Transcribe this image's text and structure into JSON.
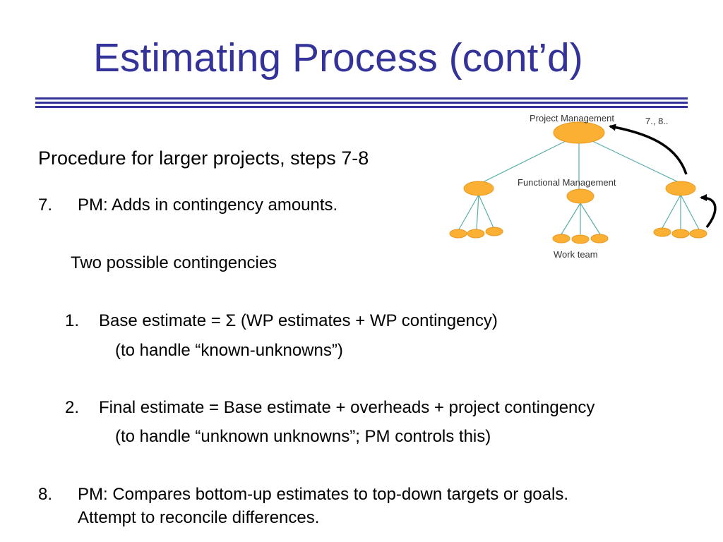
{
  "slide": {
    "title": "Estimating Process (cont’d)",
    "subtitle": "Procedure for larger projects, steps 7-8",
    "step7": {
      "num": "7.",
      "text": "PM: Adds in contingency amounts."
    },
    "contingency_intro": "Two possible contingencies",
    "item1": {
      "num": "1.",
      "text": "Base estimate = Σ (WP estimates + WP contingency)",
      "note": "(to handle “known-unknowns”)"
    },
    "item2": {
      "num": "2.",
      "text": "Final estimate = Base estimate + overheads + project contingency",
      "note": "(to handle “unknown unknowns”; PM controls this)"
    },
    "step8": {
      "num": "8.",
      "line1": "PM: Compares bottom-up estimates to top-down targets or goals.",
      "line2": "Attempt to reconcile differences."
    }
  },
  "diagram": {
    "top_label": "Project Management",
    "step_label": "7., 8..",
    "middle_label": "Functional Management",
    "bottom_label": "Work team",
    "node_fill": "#FBB034",
    "node_stroke": "#E89A20",
    "line_color": "#5BAFA8"
  },
  "colors": {
    "title": "#333399",
    "rule": "#333399"
  }
}
